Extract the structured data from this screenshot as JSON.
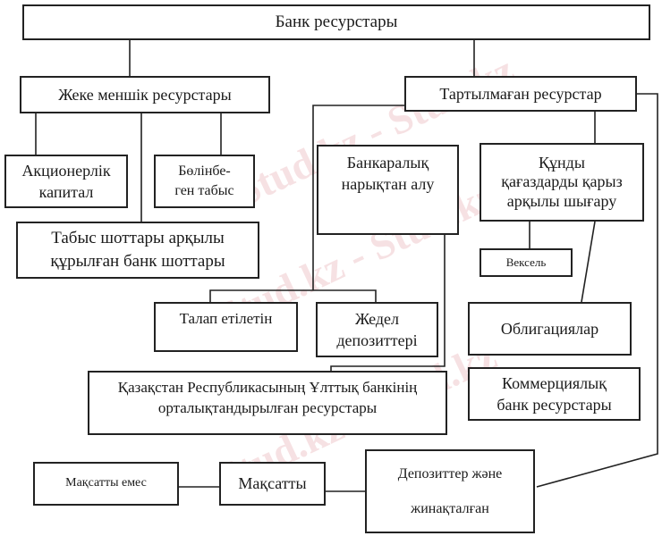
{
  "title": "Банк ресурстары",
  "nodes": {
    "private": "Жеке меншік ресурстары",
    "attracted": "Тартылмаған ресурстар",
    "equity": "Акционерлік\nкапитал",
    "retained": "Бөлінбе-\nген табыс",
    "income_accounts": "Табыс шоттары арқылы\nқұрылған банк шоттары",
    "interbank": "Банкаралық\nнарықтан алу",
    "securities": "Құнды\nқағаздарды қарыз\nарқылы шығару",
    "bill": "Вексель",
    "demand": "Талап етілетін",
    "urgent": "Жедел\nдепозиттері",
    "bonds": "Облигациялар",
    "national_bank": "Қазақстан Республикасының Ұлттық банкінің\nорталықтандырылған ресурстары",
    "commercial": "Коммерциялық\nбанк ресурстары",
    "non_targeted": "Мақсатты емес",
    "targeted": "Мақсатты",
    "deposits": "Депозиттер және\n\nжинақталған"
  },
  "watermark": "Stud.kz"
}
